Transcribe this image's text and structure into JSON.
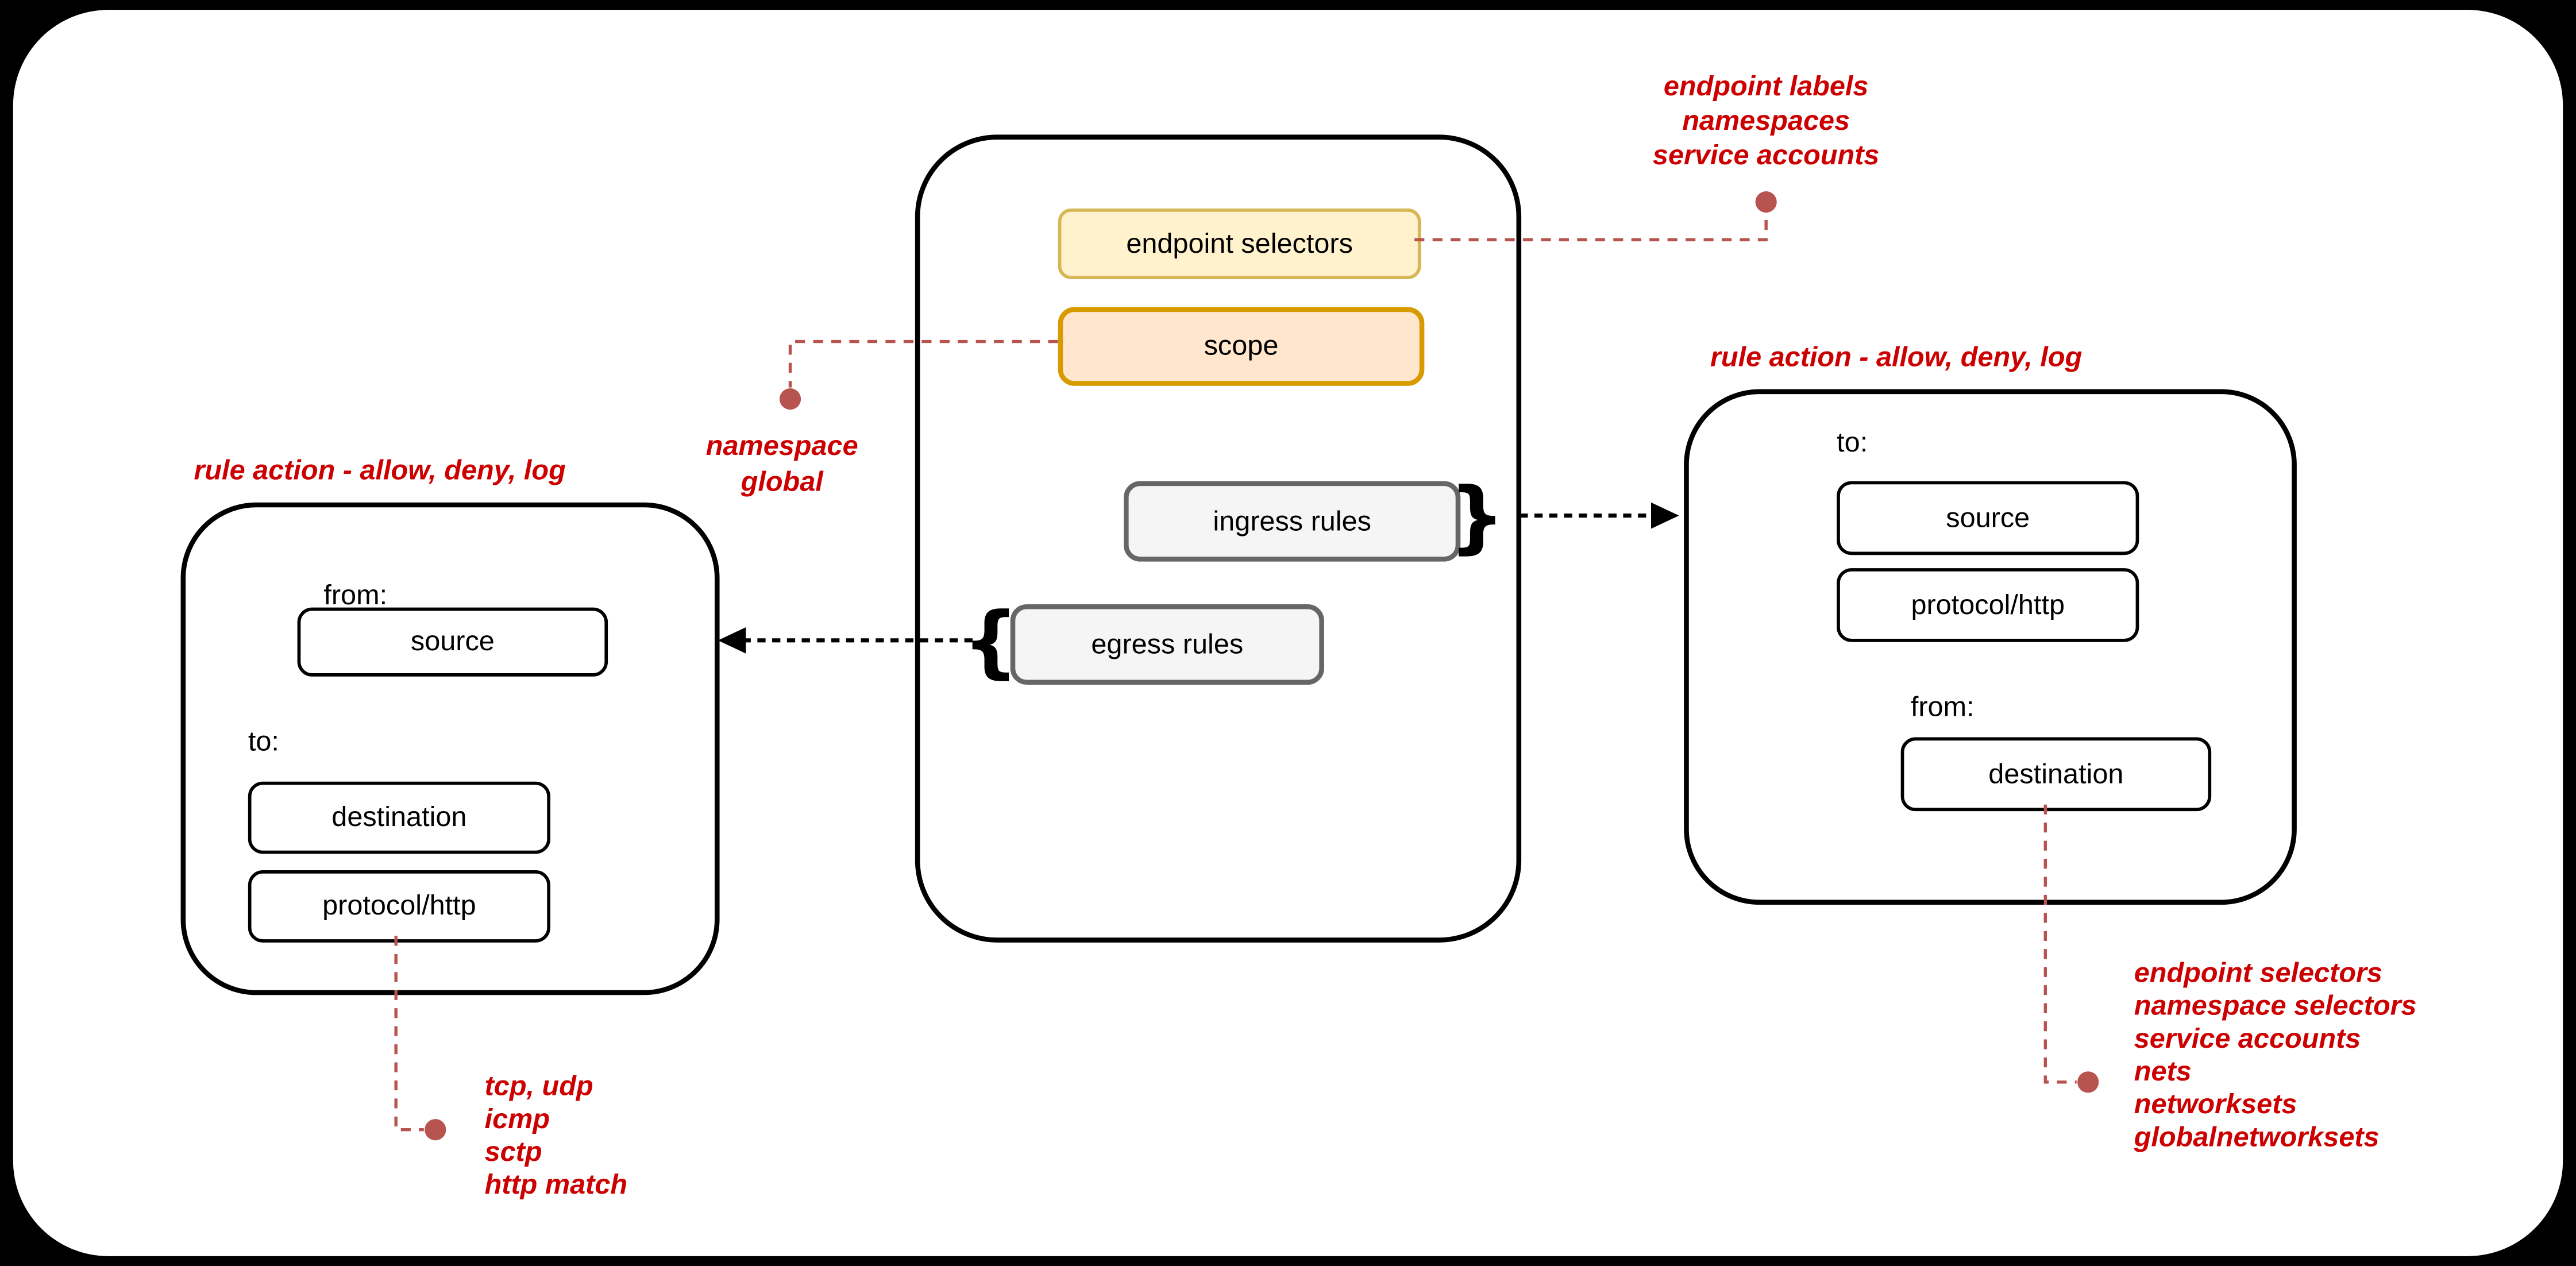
{
  "policy_box": {
    "endpoint_selectors": "endpoint selectors",
    "scope": "scope",
    "ingress": "ingress rules",
    "egress": "egress rules",
    "brace_close": "}",
    "brace_open": "{"
  },
  "left_rule_box": {
    "title": "rule action - allow, deny, log",
    "from_label": "from:",
    "source": "source",
    "to_label": "to:",
    "destination": "destination",
    "protocol": "protocol/http"
  },
  "right_rule_box": {
    "title": "rule action - allow, deny, log",
    "to_label": "to:",
    "source": "source",
    "protocol": "protocol/http",
    "from_label": "from:",
    "destination": "destination"
  },
  "top_annotation": {
    "lines": [
      "endpoint labels",
      "namespaces",
      "service accounts"
    ]
  },
  "scope_annotation": {
    "lines": [
      "namespace",
      "global"
    ]
  },
  "protocol_annotation": {
    "lines": [
      "tcp, udp",
      "icmp",
      "sctp",
      "http match"
    ]
  },
  "destination_annotation": {
    "lines": [
      "endpoint selectors",
      "namespace selectors",
      "service accounts",
      "nets",
      "networksets",
      "globalnetworksets"
    ]
  },
  "colors": {
    "annotation_red": "#CC0000",
    "connector_red": "#B85450",
    "endpoint_fill": "#FFF2CC",
    "endpoint_border": "#D6B656",
    "scope_fill": "#FFE6CC",
    "scope_border": "#D79B00",
    "rules_fill": "#F5F5F5",
    "rules_border": "#666666"
  }
}
